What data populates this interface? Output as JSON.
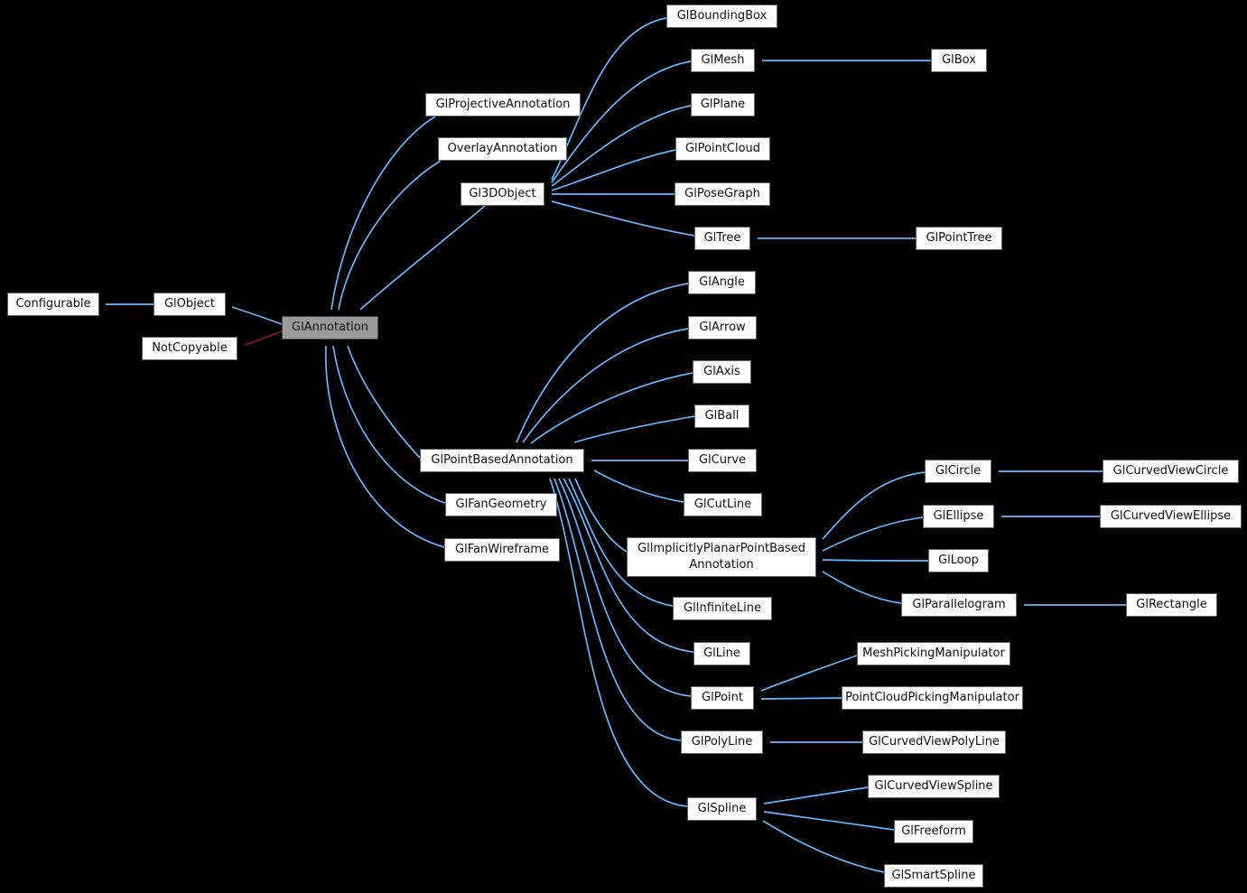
{
  "diagram": {
    "kind": "class-inheritance-graph",
    "colors": {
      "background": "#000000",
      "edge_public": "#63b8ff",
      "edge_private": "#8b1a1a",
      "node_fill": "#ffffff",
      "node_border": "#626262",
      "highlight_fill": "#9a9a9a",
      "text": "#0e0e0e"
    },
    "highlighted_node": "GlAnnotation"
  },
  "nodes": {
    "configurable": {
      "label": "Configurable"
    },
    "globject": {
      "label": "GlObject"
    },
    "notcopyable": {
      "label": "NotCopyable"
    },
    "glannotation": {
      "label": "GlAnnotation"
    },
    "glprojectiveannotation": {
      "label": "GlProjectiveAnnotation"
    },
    "overlayannotation": {
      "label": "OverlayAnnotation"
    },
    "gl3dobject": {
      "label": "Gl3DObject"
    },
    "glpointbasedannotation": {
      "label": "GlPointBasedAnnotation"
    },
    "glfangeometry": {
      "label": "GlFanGeometry"
    },
    "glfanwireframe": {
      "label": "GlFanWireframe"
    },
    "glboundingbox": {
      "label": "GlBoundingBox"
    },
    "glmesh": {
      "label": "GlMesh"
    },
    "glplane": {
      "label": "GlPlane"
    },
    "glpointcloud": {
      "label": "GlPointCloud"
    },
    "glposegraph": {
      "label": "GlPoseGraph"
    },
    "gltree": {
      "label": "GlTree"
    },
    "glangle": {
      "label": "GlAngle"
    },
    "glarrow": {
      "label": "GlArrow"
    },
    "glaxis": {
      "label": "GlAxis"
    },
    "glball": {
      "label": "GlBall"
    },
    "glcurve": {
      "label": "GlCurve"
    },
    "glcutline": {
      "label": "GlCutLine"
    },
    "glimplicitlyplanarpointbasedannotation": {
      "label": "GlImplicitlyPlanarPointBased\nAnnotation"
    },
    "glinfiniteline": {
      "label": "GlInfiniteLine"
    },
    "glline": {
      "label": "GlLine"
    },
    "glpoint": {
      "label": "GlPoint"
    },
    "glpolyline": {
      "label": "GlPolyLine"
    },
    "glspline": {
      "label": "GlSpline"
    },
    "glbox": {
      "label": "GlBox"
    },
    "glpointtree": {
      "label": "GlPointTree"
    },
    "glcircle": {
      "label": "GlCircle"
    },
    "glcurvedviewcircle": {
      "label": "GlCurvedViewCircle"
    },
    "glellipse": {
      "label": "GlEllipse"
    },
    "glcurvedviewellipse": {
      "label": "GlCurvedViewEllipse"
    },
    "glloop": {
      "label": "GlLoop"
    },
    "glparallelogram": {
      "label": "GlParallelogram"
    },
    "glrectangle": {
      "label": "GlRectangle"
    },
    "meshpickingmanipulator": {
      "label": "MeshPickingManipulator"
    },
    "pointcloudpickingmanipulator": {
      "label": "PointCloudPickingManipulator"
    },
    "glcurvedviewpolyline": {
      "label": "GlCurvedViewPolyLine"
    },
    "glcurvedviewspline": {
      "label": "GlCurvedViewSpline"
    },
    "glfreeform": {
      "label": "GlFreeform"
    },
    "glsmartspline": {
      "label": "GlSmartSpline"
    }
  },
  "edges": [
    {
      "from": "GlObject",
      "to": "Configurable",
      "relation": "public"
    },
    {
      "from": "GlAnnotation",
      "to": "GlObject",
      "relation": "public"
    },
    {
      "from": "GlAnnotation",
      "to": "NotCopyable",
      "relation": "private"
    },
    {
      "from": "GlProjectiveAnnotation",
      "to": "GlAnnotation",
      "relation": "public"
    },
    {
      "from": "OverlayAnnotation",
      "to": "GlAnnotation",
      "relation": "public"
    },
    {
      "from": "Gl3DObject",
      "to": "GlAnnotation",
      "relation": "public"
    },
    {
      "from": "GlPointBasedAnnotation",
      "to": "GlAnnotation",
      "relation": "public"
    },
    {
      "from": "GlFanGeometry",
      "to": "GlAnnotation",
      "relation": "public"
    },
    {
      "from": "GlFanWireframe",
      "to": "GlAnnotation",
      "relation": "public"
    },
    {
      "from": "GlBoundingBox",
      "to": "Gl3DObject",
      "relation": "public"
    },
    {
      "from": "GlMesh",
      "to": "Gl3DObject",
      "relation": "public"
    },
    {
      "from": "GlPlane",
      "to": "Gl3DObject",
      "relation": "public"
    },
    {
      "from": "GlPointCloud",
      "to": "Gl3DObject",
      "relation": "public"
    },
    {
      "from": "GlPoseGraph",
      "to": "Gl3DObject",
      "relation": "public"
    },
    {
      "from": "GlTree",
      "to": "Gl3DObject",
      "relation": "public"
    },
    {
      "from": "GlBox",
      "to": "GlMesh",
      "relation": "public"
    },
    {
      "from": "GlPointTree",
      "to": "GlTree",
      "relation": "public"
    },
    {
      "from": "GlAngle",
      "to": "GlPointBasedAnnotation",
      "relation": "public"
    },
    {
      "from": "GlArrow",
      "to": "GlPointBasedAnnotation",
      "relation": "public"
    },
    {
      "from": "GlAxis",
      "to": "GlPointBasedAnnotation",
      "relation": "public"
    },
    {
      "from": "GlBall",
      "to": "GlPointBasedAnnotation",
      "relation": "public"
    },
    {
      "from": "GlCurve",
      "to": "GlPointBasedAnnotation",
      "relation": "public"
    },
    {
      "from": "GlCutLine",
      "to": "GlPointBasedAnnotation",
      "relation": "public"
    },
    {
      "from": "GlImplicitlyPlanarPointBasedAnnotation",
      "to": "GlPointBasedAnnotation",
      "relation": "public"
    },
    {
      "from": "GlInfiniteLine",
      "to": "GlPointBasedAnnotation",
      "relation": "public"
    },
    {
      "from": "GlLine",
      "to": "GlPointBasedAnnotation",
      "relation": "public"
    },
    {
      "from": "GlPoint",
      "to": "GlPointBasedAnnotation",
      "relation": "public"
    },
    {
      "from": "GlPolyLine",
      "to": "GlPointBasedAnnotation",
      "relation": "public"
    },
    {
      "from": "GlSpline",
      "to": "GlPointBasedAnnotation",
      "relation": "public"
    },
    {
      "from": "GlCircle",
      "to": "GlImplicitlyPlanarPointBasedAnnotation",
      "relation": "public"
    },
    {
      "from": "GlEllipse",
      "to": "GlImplicitlyPlanarPointBasedAnnotation",
      "relation": "public"
    },
    {
      "from": "GlLoop",
      "to": "GlImplicitlyPlanarPointBasedAnnotation",
      "relation": "public"
    },
    {
      "from": "GlParallelogram",
      "to": "GlImplicitlyPlanarPointBasedAnnotation",
      "relation": "public"
    },
    {
      "from": "GlCurvedViewCircle",
      "to": "GlCircle",
      "relation": "public"
    },
    {
      "from": "GlCurvedViewEllipse",
      "to": "GlEllipse",
      "relation": "public"
    },
    {
      "from": "GlRectangle",
      "to": "GlParallelogram",
      "relation": "public"
    },
    {
      "from": "MeshPickingManipulator",
      "to": "GlPoint",
      "relation": "public"
    },
    {
      "from": "PointCloudPickingManipulator",
      "to": "GlPoint",
      "relation": "public"
    },
    {
      "from": "GlCurvedViewPolyLine",
      "to": "GlPolyLine",
      "relation": "public"
    },
    {
      "from": "GlCurvedViewSpline",
      "to": "GlSpline",
      "relation": "public"
    },
    {
      "from": "GlFreeform",
      "to": "GlSpline",
      "relation": "public"
    },
    {
      "from": "GlSmartSpline",
      "to": "GlSpline",
      "relation": "public"
    }
  ]
}
